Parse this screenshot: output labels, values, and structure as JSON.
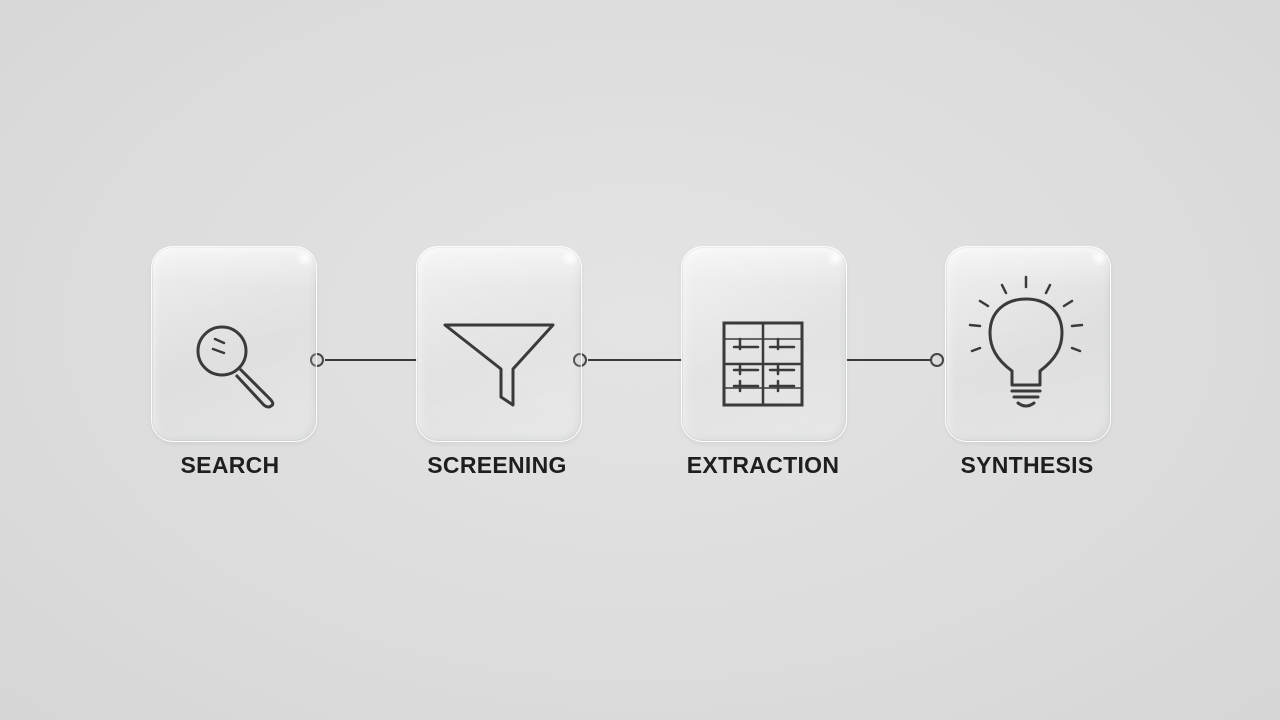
{
  "steps": [
    {
      "label": "SEARCH",
      "icon": "magnifier-icon"
    },
    {
      "label": "SCREENING",
      "icon": "funnel-icon"
    },
    {
      "label": "EXTRACTION",
      "icon": "grid-table-icon"
    },
    {
      "label": "SYNTHESIS",
      "icon": "lightbulb-icon"
    }
  ],
  "colors": {
    "background": "#dcdcdc",
    "stroke": "#3a3a3a",
    "text": "#1e1e1e"
  }
}
